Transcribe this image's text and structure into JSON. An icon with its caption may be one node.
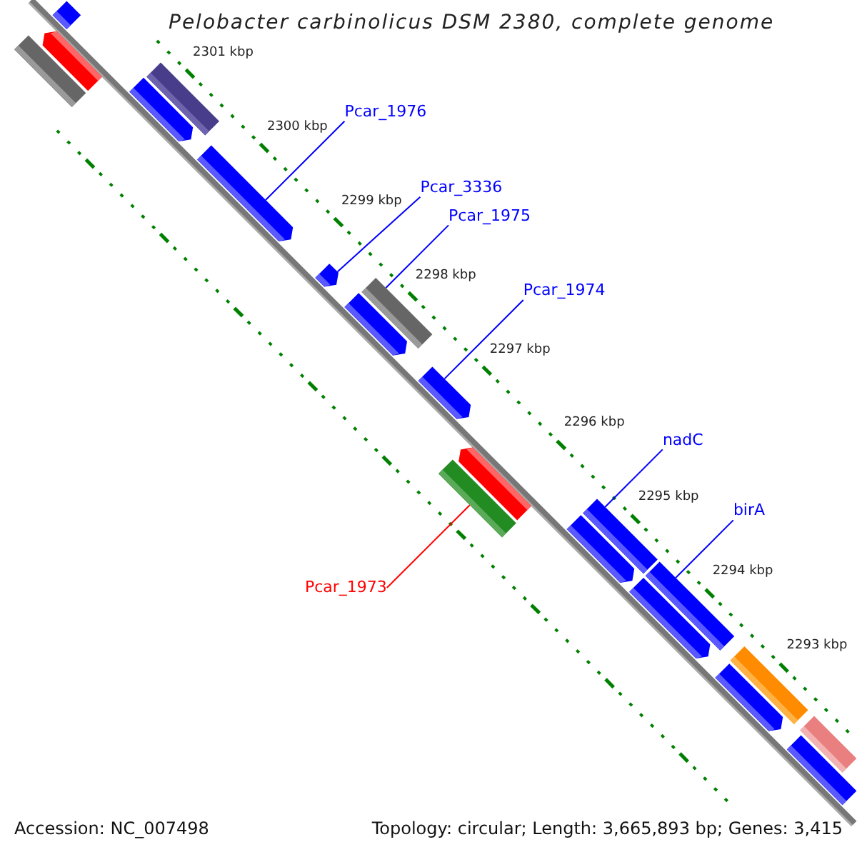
{
  "diagram": {
    "title": "Pelobacter carbinolicus DSM 2380, complete genome",
    "nodes": [
      {
        "text": [
          "Pcar_1976"
        ]
      },
      {
        "text": [
          "Pcar_3336"
        ]
      },
      {
        "text": [
          "Pcar_1975"
        ]
      },
      {
        "text": [
          "Pcar_1974"
        ]
      },
      {
        "text": [
          "nadC"
        ]
      },
      {
        "text": [
          "birA"
        ]
      },
      {
        "text": [
          "Pcar_1973"
        ]
      },
      {
        "text": [],
        "shape": "bar"
      },
      {
        "text": [],
        "shape": "bar"
      },
      {
        "text": [],
        "shape": "bar"
      },
      {
        "text": [],
        "shape": "bar"
      },
      {
        "text": [],
        "shape": "bar"
      },
      {
        "text": [],
        "shape": "bar"
      },
      {
        "text": [],
        "shape": "bar"
      },
      {
        "text": [],
        "shape": "bar"
      },
      {
        "text": [],
        "shape": "bar"
      },
      {
        "text": [],
        "shape": "bar"
      },
      {
        "text": [],
        "shape": "bar"
      },
      {
        "text": [],
        "shape": "bar"
      },
      {
        "text": [],
        "shape": "bar"
      },
      {
        "text": [],
        "shape": "bar"
      },
      {
        "text": [],
        "shape": "bar"
      },
      {
        "text": [],
        "shape": "bar"
      },
      {
        "text": [],
        "shape": "bar"
      },
      {
        "text": [],
        "shape": "bar"
      },
      {
        "text": [],
        "shape": "bar"
      },
      {
        "text": [],
        "shape": "bar"
      }
    ],
    "edges": [
      {
        "from": 0,
        "to": 12,
        "arrow": "none"
      },
      {
        "from": 1,
        "to": 13,
        "arrow": "none"
      },
      {
        "from": 2,
        "to": 15,
        "arrow": "none"
      },
      {
        "from": 3,
        "to": 16,
        "arrow": "none"
      },
      {
        "from": 4,
        "to": 19,
        "arrow": "none"
      },
      {
        "from": 5,
        "to": 21,
        "arrow": "none"
      },
      {
        "from": 6,
        "to": 18,
        "arrow": "none",
        "color": "#ff0000"
      }
    ],
    "labels": [
      "2301 kbp",
      "2300 kbp",
      "2299 kbp",
      "2298 kbp",
      "2297 kbp",
      "2296 kbp",
      "2295 kbp",
      "2294 kbp",
      "2293 kbp",
      "Accession: NC_007498",
      "Topology: circular; Length: 3,665,893 bp; Genes: 3,415"
    ]
  }
}
